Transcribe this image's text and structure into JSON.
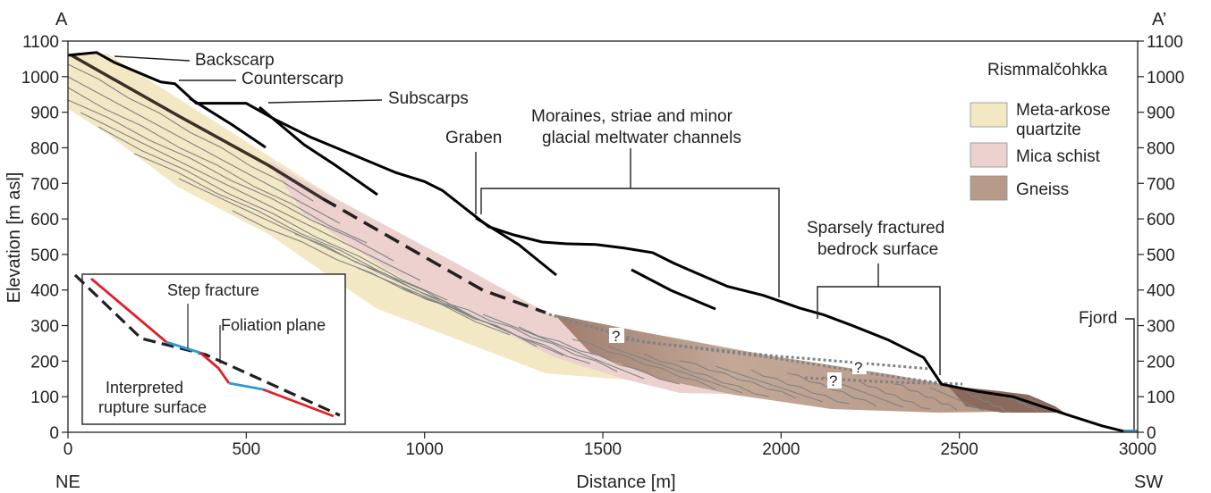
{
  "section": {
    "start_label": "A",
    "end_label": "A’",
    "ne_label": "NE",
    "sw_label": "SW"
  },
  "axes": {
    "xlabel": "Distance [m]",
    "ylabel": "Elevation [m asl]",
    "xlim": [
      0,
      3000
    ],
    "ylim": [
      0,
      1100
    ],
    "xticks": [
      0,
      500,
      1000,
      1500,
      2000,
      2500,
      3000
    ],
    "yticks": [
      0,
      100,
      200,
      300,
      400,
      500,
      600,
      700,
      800,
      900,
      1000,
      1100
    ],
    "xtick_labels": [
      "0",
      "500",
      "1000",
      "1500",
      "2000",
      "2500",
      "3000"
    ],
    "ytick_labels": [
      "0",
      "100",
      "200",
      "300",
      "400",
      "500",
      "600",
      "700",
      "800",
      "900",
      "1000",
      "1100"
    ]
  },
  "annotations": {
    "backscarp": "Backscarp",
    "counterscarp": "Counterscarp",
    "subscarps": "Subscarps",
    "graben": "Graben",
    "moraines_line1": "Moraines, striae and minor",
    "moraines_line2": "glacial meltwater channels",
    "sparse_line1": "Sparsely fractured",
    "sparse_line2": "bedrock surface",
    "fjord": "Fjord",
    "question": "?"
  },
  "legend": {
    "title": "Rismmalčohkka",
    "items": [
      {
        "label_line1": "Meta-arkose",
        "label_line2": "quartzite",
        "color": "#f3e8c4"
      },
      {
        "label_line1": "Mica schist",
        "label_line2": "",
        "color": "#ecd1cf"
      },
      {
        "label_line1": "Gneiss",
        "label_line2": "",
        "color": "#b79a88"
      }
    ]
  },
  "inset": {
    "step_fracture": "Step fracture",
    "foliation_plane": "Foliation plane",
    "interpreted_line1": "Interpreted",
    "interpreted_line2": "rupture surface"
  },
  "colors": {
    "profile": "#000000",
    "foliation": "#808285",
    "rupture_red": "#e21e26",
    "rupture_blue": "#2c9ad6",
    "fjord": "#2c9ad6"
  },
  "chart_data": {
    "type": "line",
    "title": "",
    "xlabel": "Distance [m]",
    "ylabel": "Elevation [m asl]",
    "xlim": [
      0,
      3000
    ],
    "ylim": [
      0,
      1100
    ],
    "grid": false,
    "legend_position": "top-right",
    "series": [
      {
        "x": [
          0,
          80,
          130,
          260,
          300,
          360,
          500,
          580,
          680,
          800,
          920,
          1000,
          1050,
          1120,
          1180,
          1250,
          1330,
          1400,
          1480,
          1560,
          1640,
          1700,
          1780,
          1850,
          1950,
          2050,
          2120,
          2200,
          2300,
          2400,
          2450,
          2550,
          2650,
          2800,
          2900,
          2960,
          3000
        ],
        "y": [
          1060,
          1068,
          1040,
          985,
          980,
          925,
          925,
          880,
          830,
          780,
          730,
          705,
          680,
          625,
          578,
          555,
          535,
          530,
          528,
          518,
          505,
          475,
          440,
          410,
          385,
          350,
          330,
          300,
          260,
          210,
          135,
          115,
          100,
          50,
          18,
          3,
          3
        ]
      }
    ]
  }
}
